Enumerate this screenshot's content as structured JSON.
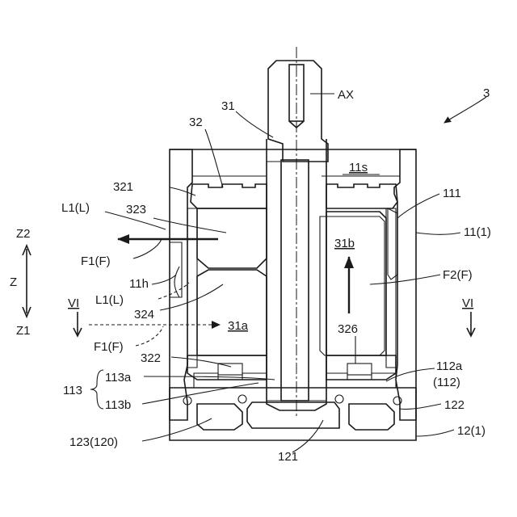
{
  "labels": {
    "fig_ref": "3",
    "ax": "AX",
    "r31": "31",
    "r32": "32",
    "r11s": "11s",
    "r321": "321",
    "L1L_top": "L1(L)",
    "r323": "323",
    "r111": "111",
    "r11_1": "11(1)",
    "z2": "Z2",
    "z": "Z",
    "z1": "Z1",
    "F1F_top": "F1(F)",
    "r31b": "31b",
    "F2F": "F2(F)",
    "r11h": "11h",
    "L1L_mid": "L1(L)",
    "sec_left": "VI",
    "sec_right": "VI",
    "r324": "324",
    "r31a": "31a",
    "r326": "326",
    "F1F_bot": "F1(F)",
    "r322": "322",
    "r112a": "112a",
    "r112": "(112)",
    "r113a": "113a",
    "r113": "113",
    "r113b": "113b",
    "r122": "122",
    "r123_120": "123(120)",
    "r12_1": "12(1)",
    "r121": "121"
  },
  "colors": {
    "line": "#1a1a1a",
    "background": "#ffffff"
  }
}
